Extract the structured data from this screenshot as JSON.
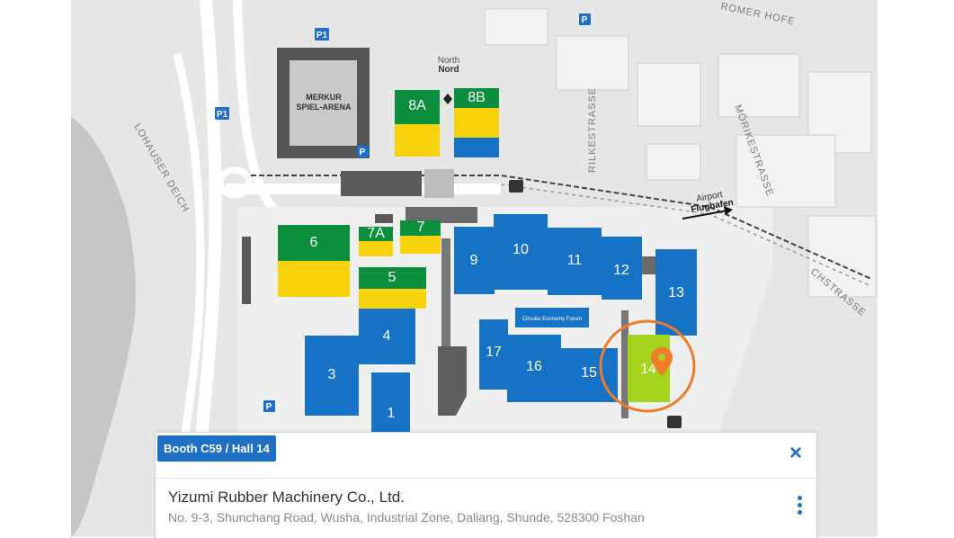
{
  "map": {
    "colors": {
      "blue": "#1672c4",
      "green": "#0c8f3c",
      "yellow": "#f8d20a",
      "lime": "#a4d41d",
      "highlight": "#f07b2a",
      "building_dark": "#5a5a5a",
      "water": "#c6c6c6"
    },
    "halls": {
      "h1": "1",
      "h3": "3",
      "h4": "4",
      "h5": "5",
      "h6": "6",
      "h7": "7",
      "h7a": "7A",
      "h8a": "8A",
      "h8b": "8B",
      "h9": "9",
      "h10": "10",
      "h11": "11",
      "h12": "12",
      "h13": "13",
      "h14": "14",
      "h15": "15",
      "h16": "16",
      "h17": "17"
    },
    "arena_label_1": "MERKUR",
    "arena_label_2": "SPIEL-ARENA",
    "north_1": "North",
    "north_2": "Nord",
    "airport_1": "Airport",
    "airport_2": "Flughafen",
    "streets": {
      "rilke": "RILKESTRASSE",
      "morike": "MÖRIKESTRASSE",
      "deich": "LOHAUSER DEICH",
      "hofe": "ROMER HOFE",
      "chstrasse": "CHSTRASSE"
    },
    "parking": {
      "p1": "P1",
      "p": "P"
    },
    "small_building": "Circular Economy Forum",
    "selected_hall": "14"
  },
  "panel": {
    "booth_tag": "Booth C59 / Hall 14",
    "close_icon": "×",
    "company_name": "Yizumi Rubber Machinery Co., Ltd.",
    "company_address": "No. 9-3, Shunchang Road, Wusha, Industrial Zone, Daliang, Shunde, 528300 Foshan"
  }
}
